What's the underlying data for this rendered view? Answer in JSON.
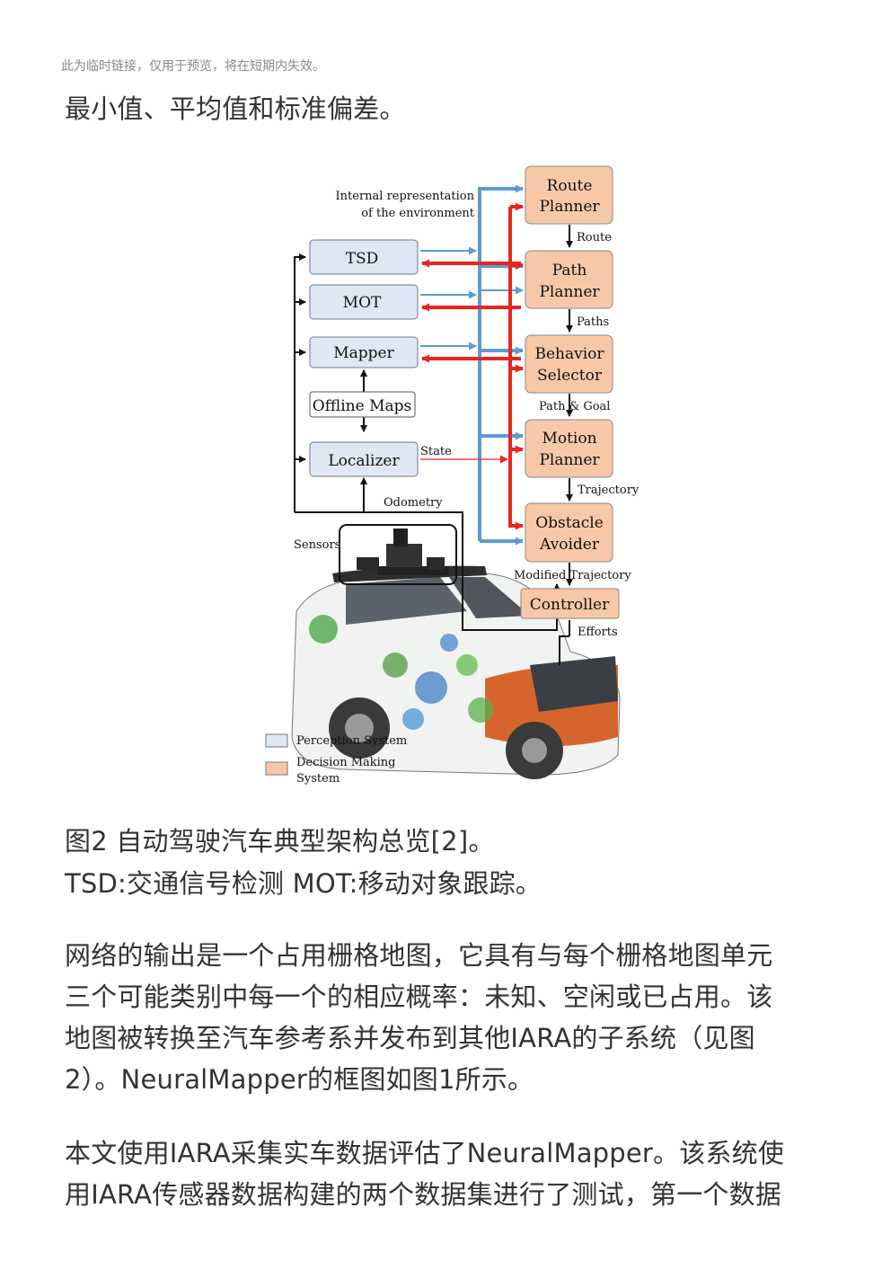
{
  "notice": "此为临时链接，仅用于预览，将在短期内失效。",
  "intro_line": "最小值、平均值和标准偏差。",
  "figure": {
    "internal_label_1": "Internal representation",
    "internal_label_2": "of the environment",
    "perception": [
      "TSD",
      "MOT",
      "Mapper"
    ],
    "offline_maps": "Offline Maps",
    "localizer": "Localizer",
    "state": "State",
    "odometry": "Odometry",
    "sensors": "Sensors",
    "decision": {
      "route_planner_1": "Route",
      "route_planner_2": "Planner",
      "path_planner_1": "Path",
      "path_planner_2": "Planner",
      "behavior_selector_1": "Behavior",
      "behavior_selector_2": "Selector",
      "motion_planner_1": "Motion",
      "motion_planner_2": "Planner",
      "obstacle_avoider_1": "Obstacle",
      "obstacle_avoider_2": "Avoider",
      "controller": "Controller"
    },
    "flows": {
      "route": "Route",
      "paths": "Paths",
      "path_goal": "Path & Goal",
      "trajectory": "Trajectory",
      "modified_trajectory": "Modified Trajectory",
      "efforts": "Efforts"
    },
    "legend": {
      "perception": "Perception System",
      "decision_1": "Decision Making",
      "decision_2": "System"
    },
    "colors": {
      "perception_fill": "#dde8f4",
      "decision_fill": "#f7c8a8",
      "blue_arrow": "#5b9bd5",
      "red_arrow": "#e8251f"
    }
  },
  "caption_1": "图2 自动驾驶汽车典型架构总览[2]。",
  "caption_2": "TSD:交通信号检测 MOT:移动对象跟踪。",
  "paragraph_1": [
    "网络的输出是一个占用栅格地图，它具有与每个栅格地图单元",
    "三个可能类别中每一个的相应概率：未知、空闲或已占用。该",
    "地图被转换至汽车参考系并发布到其他IARA的子系统（见图",
    "2）。NeuralMapper的框图如图1所示。"
  ],
  "paragraph_2": [
    "本文使用IARA采集实车数据评估了NeuralMapper。该系统使",
    "用IARA传感器数据构建的两个数据集进行了测试，第一个数据"
  ]
}
